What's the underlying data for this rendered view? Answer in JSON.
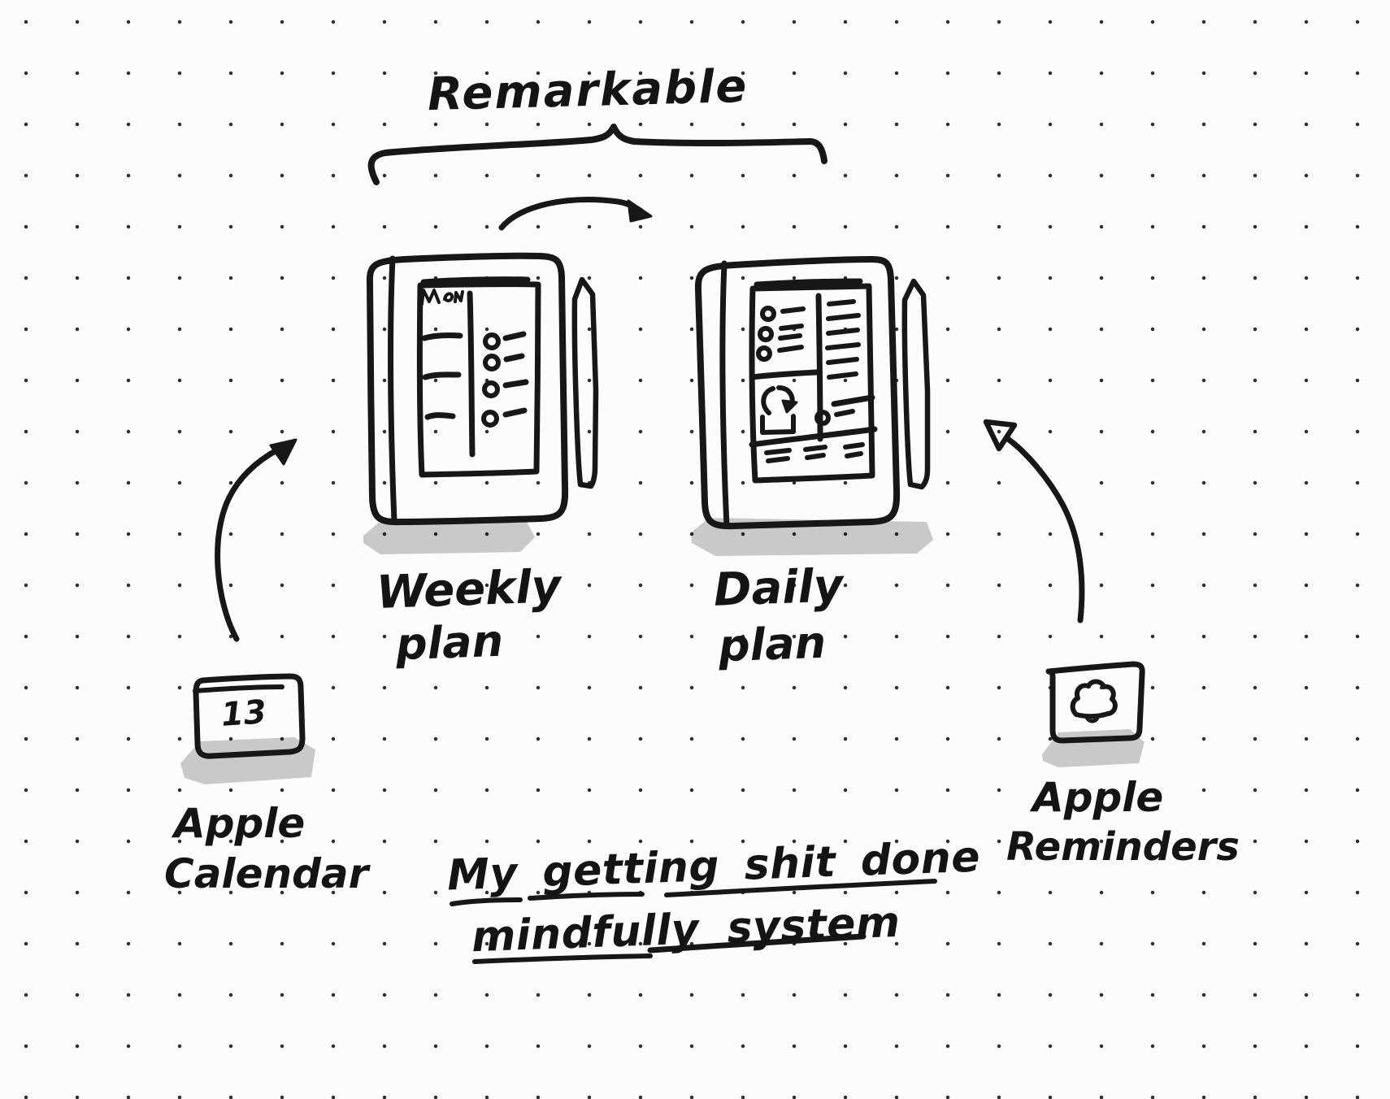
{
  "canvas": {
    "background": "#fcfcfc",
    "dot_color": "#2e2e2e",
    "ink_color": "#171717",
    "shadow_color": "#cccccc"
  },
  "bracket": {
    "label": "Remarkable"
  },
  "devices": {
    "weekly": {
      "title": "Weekly",
      "subtitle": "plan"
    },
    "daily": {
      "title": "Daily",
      "subtitle": "plan"
    }
  },
  "apps": {
    "calendar": {
      "line1": "Apple",
      "line2": "Calendar",
      "date": "13",
      "icon": "calendar-icon"
    },
    "reminders": {
      "line1": "Apple",
      "line2": "Reminders",
      "icon": "reminders-bell-icon"
    }
  },
  "caption": {
    "line1": "My getting shit done",
    "line2": "mindfully system"
  },
  "icons": {
    "calendar": "calendar-icon",
    "reminders": "reminders-bell-icon",
    "stylus": "stylus-icon",
    "recycle": "recycle-icon",
    "checklist": "checklist-icon"
  }
}
